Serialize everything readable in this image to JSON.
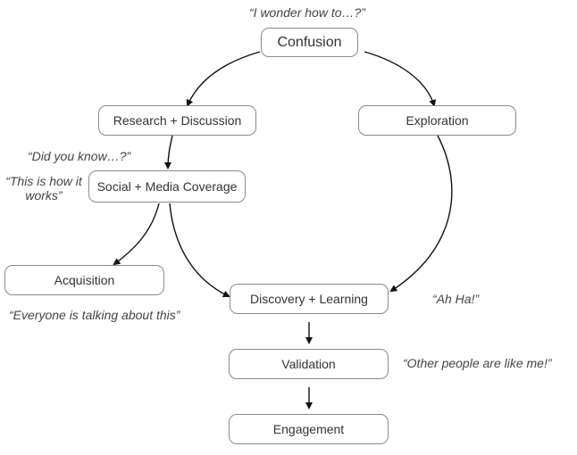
{
  "nodes": {
    "confusion": "Confusion",
    "research": "Research + Discussion",
    "exploration": "Exploration",
    "social": "Social + Media Coverage",
    "acquisition": "Acquisition",
    "discovery": "Discovery + Learning",
    "validation": "Validation",
    "engagement": "Engagement"
  },
  "quotes": {
    "confusion": "“I wonder how to…?”",
    "did_you_know": "“Did you know…?”",
    "how_it_works_1": "“This is how it",
    "how_it_works_2": "works”",
    "everyone": "“Everyone is talking about this”",
    "ah_ha": "“Ah Ha!”",
    "other_people": "“Other people are like me!”"
  },
  "edges": [
    {
      "from": "confusion",
      "to": "research"
    },
    {
      "from": "confusion",
      "to": "exploration"
    },
    {
      "from": "research",
      "to": "social"
    },
    {
      "from": "social",
      "to": "acquisition"
    },
    {
      "from": "social",
      "to": "discovery"
    },
    {
      "from": "exploration",
      "to": "discovery"
    },
    {
      "from": "discovery",
      "to": "validation"
    },
    {
      "from": "validation",
      "to": "engagement"
    }
  ]
}
